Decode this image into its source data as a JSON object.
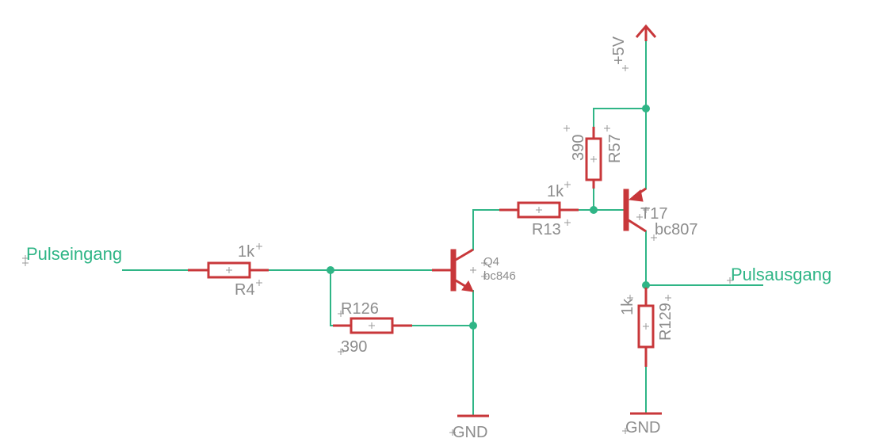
{
  "nets": {
    "input": "Pulseingang",
    "output": "Pulsausgang",
    "supply": "+5V",
    "gnd_left": "GND",
    "gnd_right": "GND"
  },
  "components": {
    "r4": {
      "name": "R4",
      "value": "1k"
    },
    "r126": {
      "name": "R126",
      "value": "390"
    },
    "r13": {
      "name": "R13",
      "value": "1k"
    },
    "r57": {
      "name": "R57",
      "value": "390"
    },
    "r129": {
      "name": "R129",
      "value": "1k"
    },
    "q4": {
      "name": "Q4",
      "value": "bc846"
    },
    "t17": {
      "name": "T17",
      "value": "bc807"
    }
  },
  "colors": {
    "wire": "#2fb586",
    "part": "#c8373a",
    "label": "#8c8c8c"
  }
}
